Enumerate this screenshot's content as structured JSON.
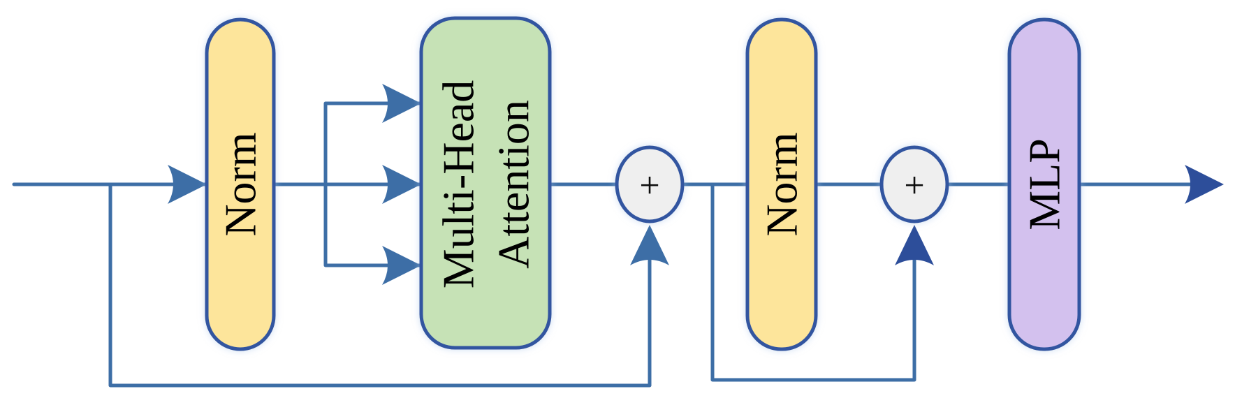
{
  "blocks": {
    "norm1": {
      "label": "Norm"
    },
    "mha": {
      "line1": "Multi-Head",
      "line2": "Attention"
    },
    "norm2": {
      "label": "Norm"
    },
    "mlp": {
      "label": "MLP"
    }
  },
  "adders": {
    "add1": {
      "symbol": "+"
    },
    "add2": {
      "symbol": "+"
    }
  },
  "colors": {
    "stroke": "#3355a0",
    "arrow": "#3d6ea6",
    "arrow_dark": "#2d4e9a",
    "norm_fill": "#fde59b",
    "mha_fill": "#c6e2b6",
    "mlp_fill": "#d3c1ee",
    "adder_fill": "#efefef"
  }
}
